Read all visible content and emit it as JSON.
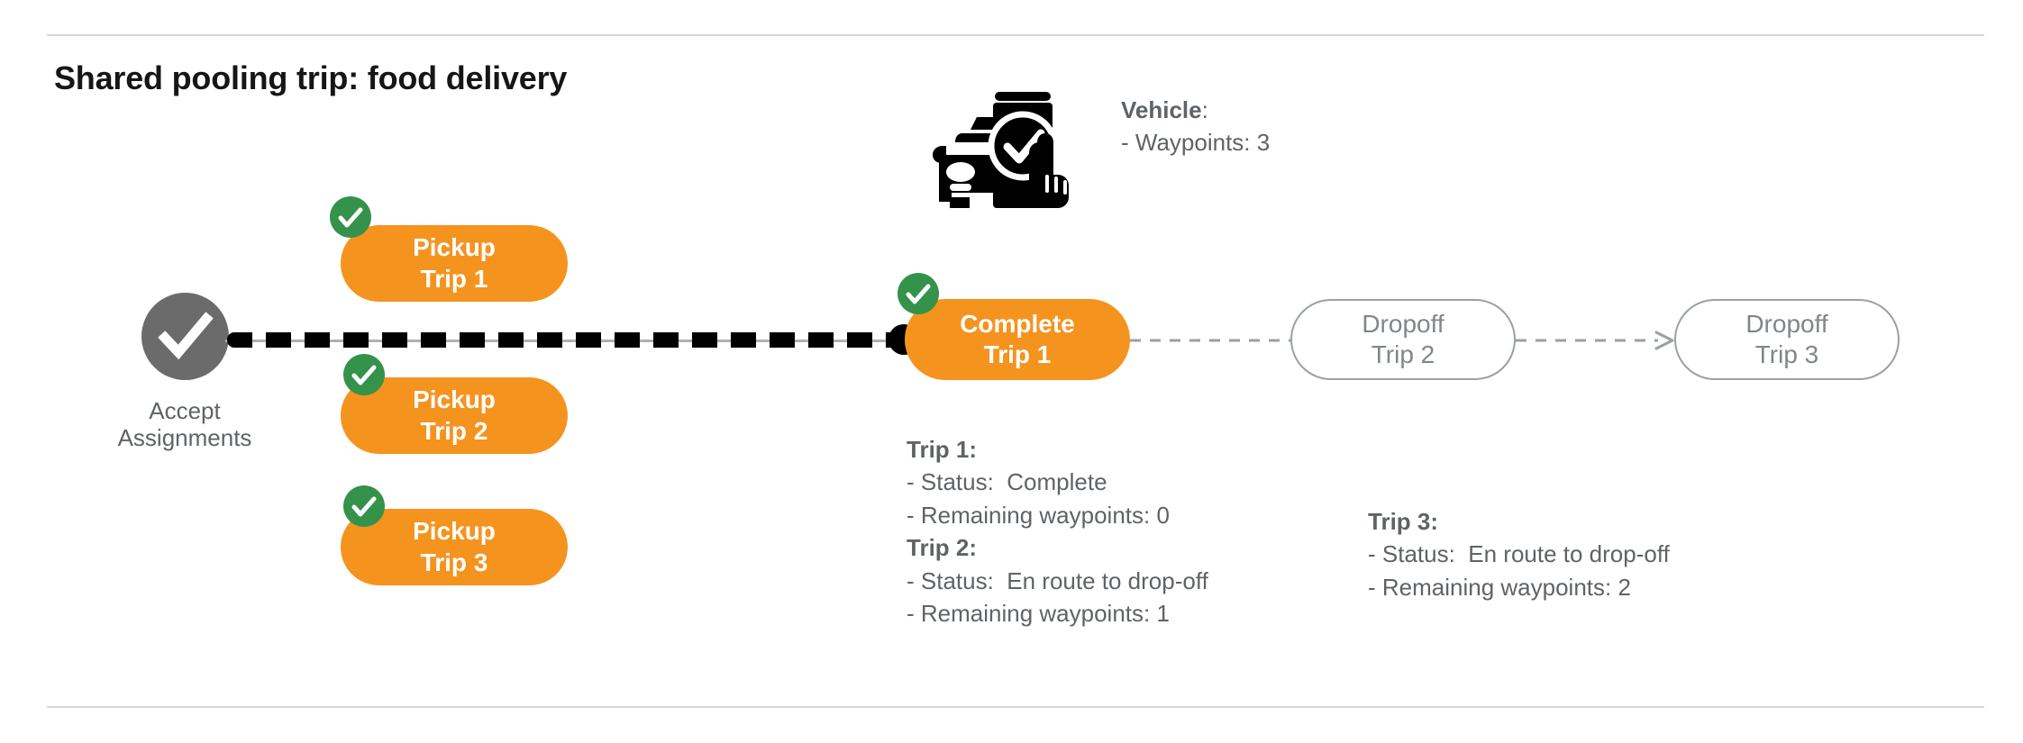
{
  "page": {
    "title": "Shared pooling trip: food delivery",
    "background": "#ffffff",
    "divider_color": "#d6d6d6"
  },
  "colors": {
    "orange": "#F4941F",
    "green_check": "#34924B",
    "gray_node": "#6b6b6b",
    "ghost_border": "#9aa0a6",
    "text_gray": "#5f6368",
    "black": "#000000"
  },
  "flow": {
    "start_node": {
      "icon": "check-circle-icon",
      "label_line1": "Accept",
      "label_line2": "Assignments"
    },
    "pickups": [
      {
        "line1": "Pickup",
        "line2": "Trip 1",
        "checked": true
      },
      {
        "line1": "Pickup",
        "line2": "Trip 2",
        "checked": true
      },
      {
        "line1": "Pickup",
        "line2": "Trip 3",
        "checked": true
      }
    ],
    "complete": {
      "line1": "Complete",
      "line2": "Trip 1",
      "checked": true
    },
    "dropoffs": [
      {
        "line1": "Dropoff",
        "line2": "Trip 2"
      },
      {
        "line1": "Dropoff",
        "line2": "Trip 3"
      }
    ]
  },
  "vehicle": {
    "icon": "car-phone-check-icon",
    "heading": "Vehicle",
    "heading_suffix": ":",
    "waypoints_label": "- Waypoints: 3"
  },
  "trip_details": {
    "left_block": {
      "trip1_heading": "Trip 1:",
      "trip1_status": "- Status:  Complete",
      "trip1_waypoints": "- Remaining waypoints: 0",
      "trip2_heading": "Trip 2:",
      "trip2_status": "- Status:  En route to drop-off",
      "trip2_waypoints": "- Remaining waypoints: 1"
    },
    "right_block": {
      "trip3_heading": "Trip 3:",
      "trip3_status": "- Status:  En route to drop-off",
      "trip3_waypoints": "- Remaining waypoints: 2"
    }
  }
}
